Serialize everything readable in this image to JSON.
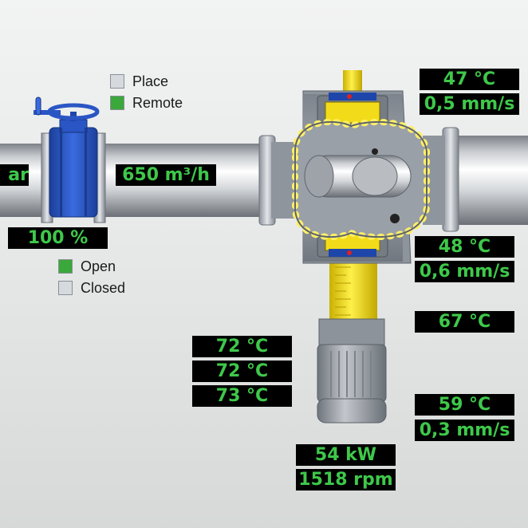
{
  "colors": {
    "readout_bg": "#000000",
    "readout_text": "#3ec84a",
    "status_green": "#3aa83a",
    "status_gray": "#d6dade",
    "valve_blue": "#2a55c4",
    "shaft_yellow": "#f2dc1a",
    "pump_gray": "#9aa0a8"
  },
  "legend_mode": [
    {
      "label": "Place",
      "color": "#d6dade"
    },
    {
      "label": "Remote",
      "color": "#3aa83a"
    }
  ],
  "legend_valve": [
    {
      "label": "Open",
      "color": "#3aa83a"
    },
    {
      "label": "Closed",
      "color": "#d6dade"
    }
  ],
  "readouts": {
    "pressure_partial": "ar",
    "flow": "650 m³/h",
    "valve_position": "100 %",
    "pump_top_temp": "47 °C",
    "pump_top_vibration": "0,5 mm/s",
    "pump_bottom_temp": "48 °C",
    "pump_bottom_vibration": "0,6 mm/s",
    "motor_top_temp": "67 °C",
    "winding_temp_1": "72 °C",
    "winding_temp_2": "72 °C",
    "winding_temp_3": "73 °C",
    "motor_bottom_temp": "59 °C",
    "motor_bottom_vibration": "0,3 mm/s",
    "motor_power": "54 kW",
    "motor_speed": "1518 rpm"
  }
}
